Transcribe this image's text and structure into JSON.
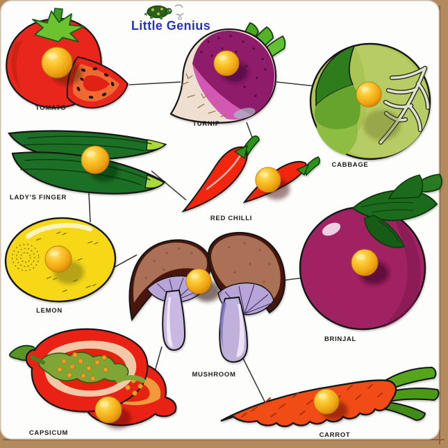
{
  "brand": {
    "name": "Little Genius",
    "text_color": "#2733bd",
    "logo_icon": "turtle"
  },
  "board": {
    "surface_color": "#fdfdfb",
    "frame_color": "#b3895e",
    "knob_color": "#f6b719",
    "outline_color": "#161616"
  },
  "pieces": [
    {
      "id": "tomato",
      "label": "TOMATO",
      "main_color": "#e9261b"
    },
    {
      "id": "turnip",
      "label": "TURNIP",
      "main_color": "#8e1a6b"
    },
    {
      "id": "cabbage",
      "label": "CABBAGE",
      "main_color": "#aac553"
    },
    {
      "id": "ladys-finger",
      "label": "LADY'S FINGER",
      "main_color": "#1f7026"
    },
    {
      "id": "red-chilli",
      "label": "RED CHILLI",
      "main_color": "#f1270f"
    },
    {
      "id": "lemon",
      "label": "LEMON",
      "main_color": "#f6d818"
    },
    {
      "id": "mushroom",
      "label": "MUSHROOM",
      "main_color": "#a9705a"
    },
    {
      "id": "brinjal",
      "label": "BRINJAL",
      "main_color": "#a12064"
    },
    {
      "id": "capsicum",
      "label": "CAPSICUM",
      "main_color": "#ea2413"
    },
    {
      "id": "carrot",
      "label": "CARROT",
      "main_color": "#f14b13"
    }
  ]
}
